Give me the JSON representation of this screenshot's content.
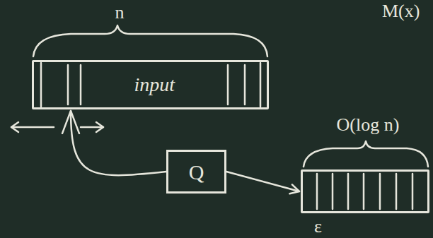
{
  "diagram": {
    "nodes": [
      {
        "text": [
          "n",
          "input"
        ]
      },
      {
        "text": [
          "Q"
        ]
      },
      {
        "text": [
          "O(log n)",
          "ε"
        ]
      }
    ],
    "edges": [
      {
        "from": 1,
        "to": 0,
        "arrow": "to"
      },
      {
        "from": 1,
        "to": 2,
        "arrow": "to"
      }
    ],
    "labels": [
      "M(x)"
    ]
  }
}
